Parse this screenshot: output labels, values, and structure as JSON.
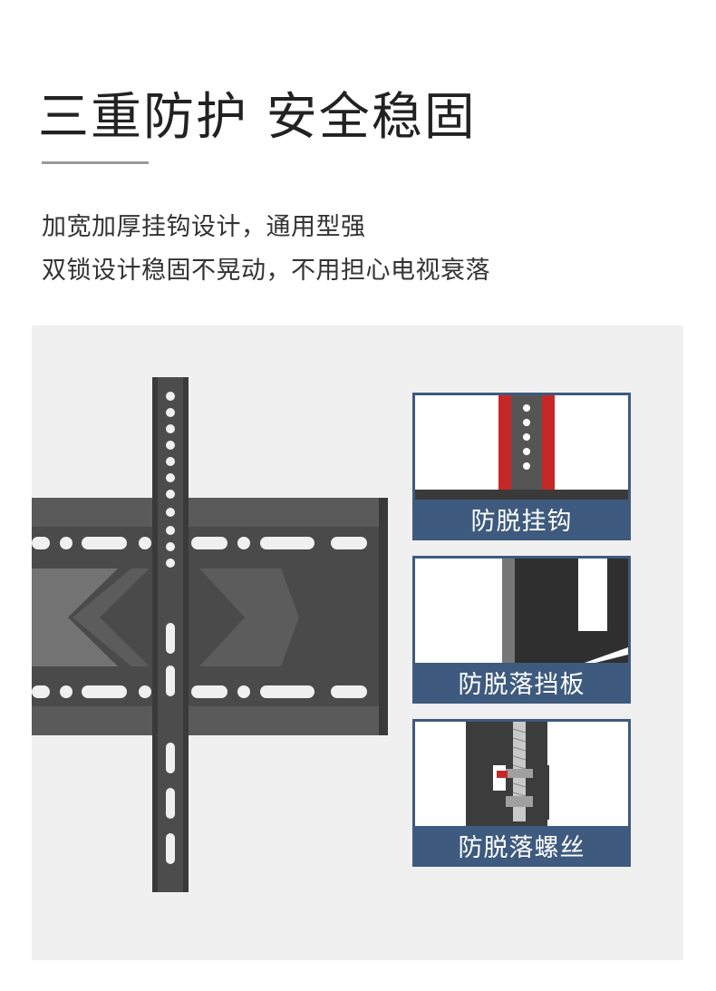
{
  "header": {
    "title": "三重防护  安全稳固",
    "description": [
      "加宽加厚挂钩设计，通用型强",
      "双锁设计稳固不晃动，不用担心电视衰落"
    ]
  },
  "features": [
    {
      "label": "防脱挂钩",
      "icon": "anti-drop-hook"
    },
    {
      "label": "防脱落挡板",
      "icon": "anti-drop-baffle"
    },
    {
      "label": "防脱落螺丝",
      "icon": "anti-drop-screw"
    }
  ],
  "colors": {
    "label_bg": "#3e5a7e",
    "accent_red": "#c62828",
    "metal": "#4a4a4a"
  }
}
